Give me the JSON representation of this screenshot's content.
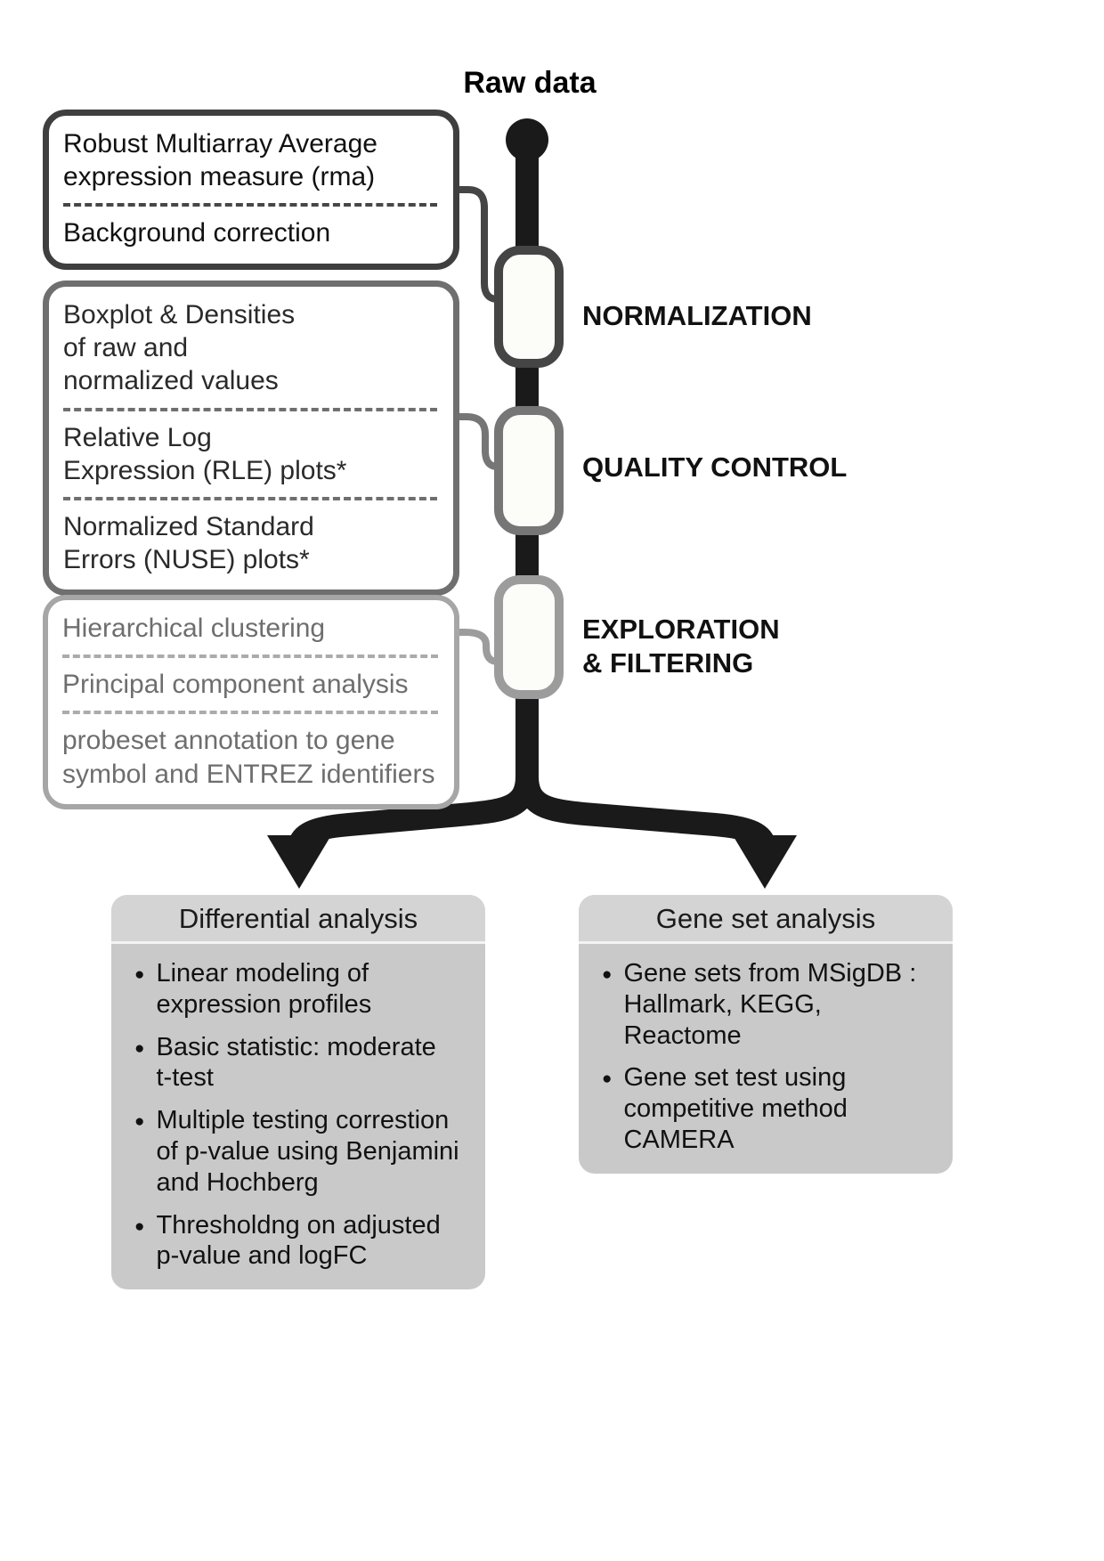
{
  "diagram": {
    "raw_data_label": "Raw data",
    "stages": [
      {
        "label": "NORMALIZATION",
        "steps": [
          "Robust Multiarray Average\nexpression measure (rma)",
          "Background correction"
        ]
      },
      {
        "label": "QUALITY CONTROL",
        "steps": [
          "Boxplot & Densities\nof raw and\nnormalized values",
          "Relative Log\nExpression (RLE) plots*",
          "Normalized Standard\nErrors (NUSE) plots*"
        ]
      },
      {
        "label": "EXPLORATION\n& FILTERING",
        "steps": [
          "Hierarchical clustering",
          "Principal component analysis",
          "probeset annotation to gene\nsymbol and ENTREZ identifiers"
        ]
      }
    ],
    "branches": [
      {
        "title": "Differential analysis",
        "items": [
          "Linear modeling of\nexpression profiles",
          "Basic statistic: moderate\nt-test",
          "Multiple testing correstion\nof p-value using Benjamini\nand Hochberg",
          "Thresholdng on adjusted\np-value and logFC"
        ]
      },
      {
        "title": "Gene set analysis",
        "items": [
          "Gene sets from MSigDB :\nHallmark, KEGG,\nReactome",
          "Gene set test using\ncompetitive method\nCAMERA"
        ]
      }
    ],
    "colors": {
      "flow_line": "#1a1a1a",
      "stage1_border": "#3f3f3f",
      "stage2_border": "#6f6f6f",
      "stage3_border": "#a6a6a6",
      "node_fill": "#fcfcf8",
      "branch_box_bg": "#c9c9c9"
    }
  }
}
